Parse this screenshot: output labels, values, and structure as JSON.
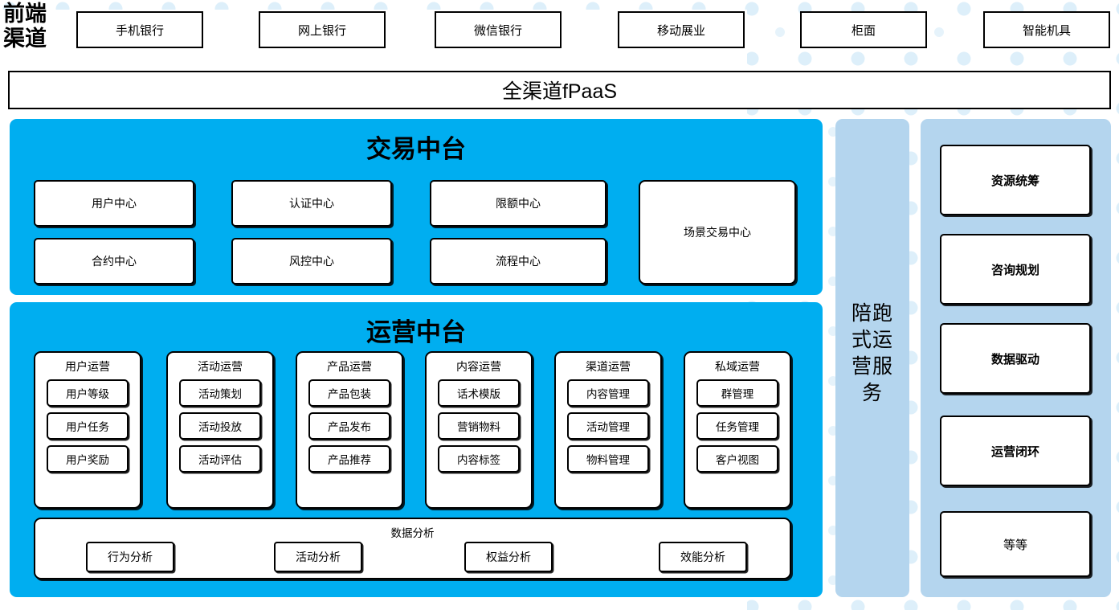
{
  "front_end": {
    "label": "前端\n渠道",
    "label_line1": "前端",
    "label_line2": "渠道",
    "channels": [
      {
        "label": "手机银行"
      },
      {
        "label": "网上银行"
      },
      {
        "label": "微信银行"
      },
      {
        "label": "移动展业"
      },
      {
        "label": "柜面"
      },
      {
        "label": "智能机具"
      }
    ],
    "platform_bar": "全渠道fPaaS"
  },
  "trade_center": {
    "title": "交易中台",
    "cards": [
      {
        "label": "用户中心"
      },
      {
        "label": "认证中心"
      },
      {
        "label": "限额中心"
      },
      {
        "label": "合约中心"
      },
      {
        "label": "风控中心"
      },
      {
        "label": "流程中心"
      }
    ],
    "wide_card": {
      "label": "场景交易中心"
    }
  },
  "operation_center": {
    "title": "运营中台",
    "columns": [
      {
        "title": "用户运营",
        "items": [
          {
            "label": "用户等级"
          },
          {
            "label": "用户任务"
          },
          {
            "label": "用户奖励"
          }
        ]
      },
      {
        "title": "活动运营",
        "items": [
          {
            "label": "活动策划"
          },
          {
            "label": "活动投放"
          },
          {
            "label": "活动评估"
          }
        ]
      },
      {
        "title": "产品运营",
        "items": [
          {
            "label": "产品包装"
          },
          {
            "label": "产品发布"
          },
          {
            "label": "产品推荐"
          }
        ]
      },
      {
        "title": "内容运营",
        "items": [
          {
            "label": "话术模版"
          },
          {
            "label": "营销物料"
          },
          {
            "label": "内容标签"
          }
        ]
      },
      {
        "title": "渠道运营",
        "items": [
          {
            "label": "内容管理"
          },
          {
            "label": "活动管理"
          },
          {
            "label": "物料管理"
          }
        ]
      },
      {
        "title": "私域运营",
        "items": [
          {
            "label": "群管理"
          },
          {
            "label": "任务管理"
          },
          {
            "label": "客户视图"
          }
        ]
      }
    ],
    "analysis": {
      "title": "数据分析",
      "items": [
        {
          "label": "行为分析"
        },
        {
          "label": "活动分析"
        },
        {
          "label": "权益分析"
        },
        {
          "label": "效能分析"
        }
      ]
    }
  },
  "service_column": {
    "label_lines": [
      "陪跑",
      "式运",
      "营服",
      "务"
    ]
  },
  "service_panel": {
    "cards": [
      {
        "label": "资源统筹",
        "bold": true
      },
      {
        "label": "咨询规划",
        "bold": true
      },
      {
        "label": "数据驱动",
        "bold": true
      },
      {
        "label": "运营闭环",
        "bold": true
      },
      {
        "label": "等等",
        "bold": false
      }
    ]
  },
  "colors": {
    "cyan": "#00AEF0",
    "light_blue": "#B4D5EE",
    "dot": "#DCEEF9",
    "border": "#000000",
    "background": "#FFFFFF"
  }
}
